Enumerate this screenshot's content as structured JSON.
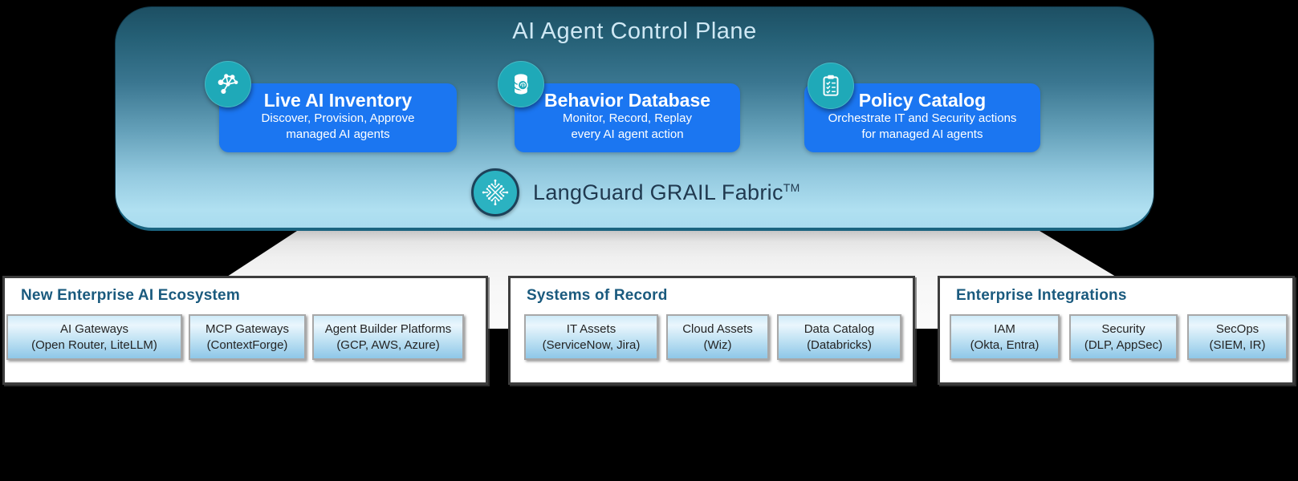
{
  "colors": {
    "background": "#000000",
    "panel_gradient_top": "#1d4f63",
    "panel_gradient_bottom": "#b0e0f1",
    "panel_title_text": "#cfe8f4",
    "card_blue": "#1b76f1",
    "badge_teal": "#1fa9b8",
    "fabric_text_navy": "#20394f",
    "group_heading_blue": "#1a5a7e",
    "funnel_gray": "#f0f0f0",
    "item_gradient_top": "#cfeaf8",
    "item_gradient_bottom": "#8ec7e8"
  },
  "control_plane": {
    "title": "AI Agent Control Plane",
    "cards": [
      {
        "icon": "network-graph-icon",
        "title": "Live AI Inventory",
        "line1": "Discover, Provision, Approve",
        "line2": "managed AI agents"
      },
      {
        "icon": "database-brain-icon",
        "title": "Behavior Database",
        "line1": "Monitor,  Record, Replay",
        "line2": "every AI agent action"
      },
      {
        "icon": "clipboard-checklist-icon",
        "title": "Policy Catalog",
        "line1": "Orchestrate IT and Security actions",
        "line2": "for managed AI agents"
      }
    ],
    "fabric": {
      "icon": "circuit-chip-icon",
      "name": "LangGuard GRAIL Fabric",
      "tm": "TM"
    }
  },
  "groups": [
    {
      "title": "New Enterprise AI Ecosystem",
      "items": [
        {
          "line1": "AI  Gateways",
          "line2": "(Open Router, LiteLLM)"
        },
        {
          "line1": "MCP Gateways",
          "line2": "(ContextForge)"
        },
        {
          "line1": "Agent Builder Platforms",
          "line2": "(GCP, AWS, Azure)"
        }
      ]
    },
    {
      "title": "Systems of Record",
      "items": [
        {
          "line1": "IT Assets",
          "line2": "(ServiceNow, Jira)"
        },
        {
          "line1": "Cloud Assets",
          "line2": "(Wiz)"
        },
        {
          "line1": "Data Catalog",
          "line2": "(Databricks)"
        }
      ]
    },
    {
      "title": "Enterprise Integrations",
      "items": [
        {
          "line1": "IAM",
          "line2": "(Okta, Entra)"
        },
        {
          "line1": "Security",
          "line2": "(DLP, AppSec)"
        },
        {
          "line1": "SecOps",
          "line2": "(SIEM, IR)"
        }
      ]
    }
  ]
}
